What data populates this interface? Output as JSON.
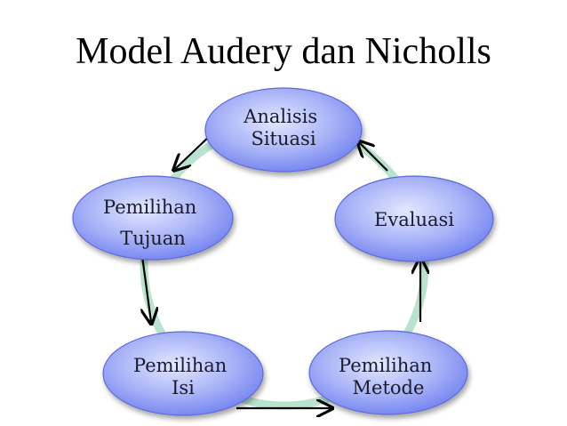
{
  "title": "Model Audery dan Nicholls",
  "colors": {
    "ring": "#b9e3cf",
    "node_fill_center": "#d6ddfb",
    "node_fill_edge": "#6f7ff0",
    "node_stroke": "#5d6ad8",
    "arrow": "#000000"
  },
  "nodes": [
    {
      "id": "analisis-situasi",
      "lines": [
        "Analisis",
        "Situasi"
      ]
    },
    {
      "id": "evaluasi",
      "lines": [
        "Evaluasi"
      ]
    },
    {
      "id": "pemilihan-metode",
      "lines": [
        "Pemilihan",
        "Metode"
      ]
    },
    {
      "id": "pemilihan-isi",
      "lines": [
        "Pemilihan",
        "Isi"
      ]
    },
    {
      "id": "pemilihan-tujuan",
      "lines": [
        "Pemilihan",
        "Tujuan"
      ]
    }
  ]
}
